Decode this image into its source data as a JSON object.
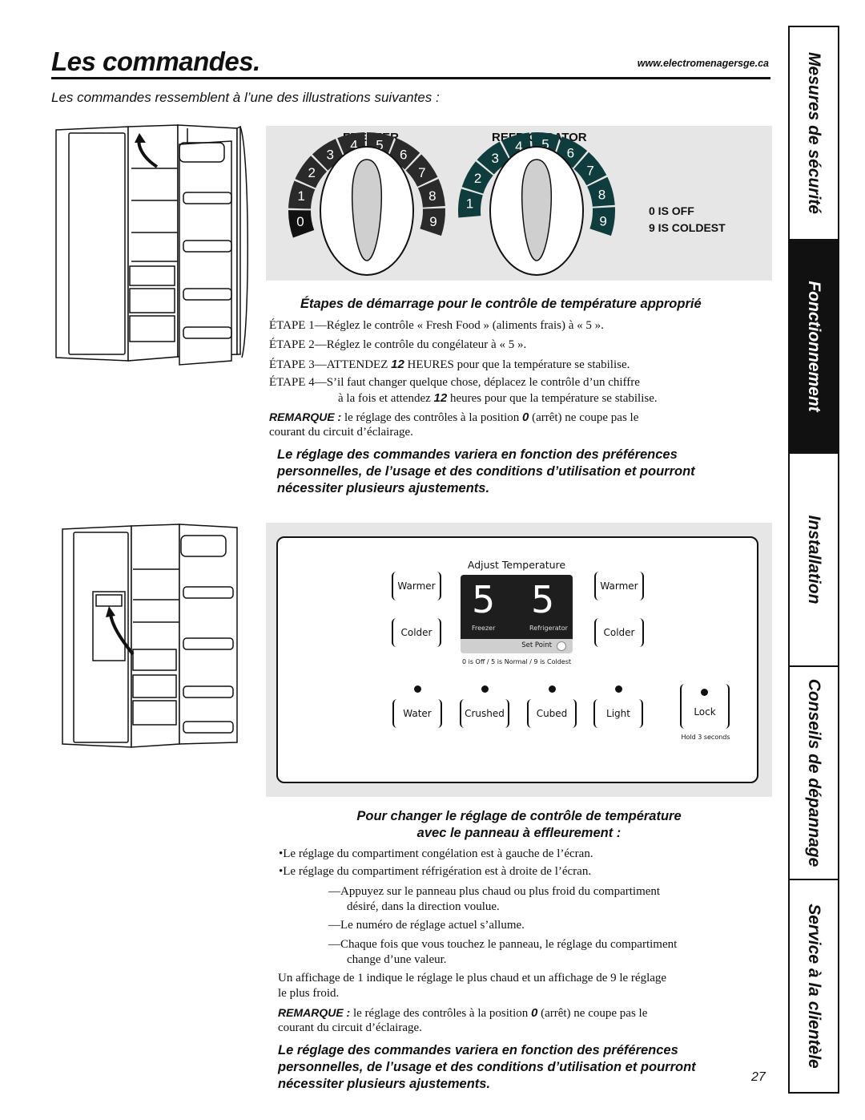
{
  "header": {
    "title": "Les commandes.",
    "url": "www.electromenagersge.ca",
    "subtitle": "Les commandes ressemblent à l’une des illustrations suivantes :"
  },
  "side_tabs": [
    {
      "label": "Mesures de sécurité",
      "active": false
    },
    {
      "label": "Fonctionnement",
      "active": true
    },
    {
      "label": "Installation",
      "active": false
    },
    {
      "label": "Conseils de dépannage",
      "active": false
    },
    {
      "label": "Service à la clientèle",
      "active": false
    }
  ],
  "dials": {
    "freezer_label": "FREEZER",
    "refrigerator_label": "REFRIGERATOR",
    "freezer_numbers": [
      "0",
      "1",
      "2",
      "3",
      "4",
      "5",
      "6",
      "7",
      "8",
      "9"
    ],
    "refrigerator_numbers": [
      "1",
      "2",
      "3",
      "4",
      "5",
      "6",
      "7",
      "8",
      "9"
    ],
    "legend_off": "0 IS OFF",
    "legend_coldest": "9 IS COLDEST",
    "freezer_setting": 5,
    "refrigerator_setting": 5
  },
  "section1": {
    "heading": "Étapes de démarrage pour le contrôle de température approprié",
    "step1": "ÉTAPE 1—Réglez le contrôle « Fresh Food » (aliments frais) à « 5 ».",
    "step2": "ÉTAPE 2—Réglez le contrôle du congélateur à « 5 ».",
    "step3_a": "ÉTAPE 3—ATTENDEZ ",
    "step3_num": "12",
    "step3_b": " HEURES pour que la température se stabilise.",
    "step4_line1": "ÉTAPE 4—S’il faut changer quelque chose, déplacez le contrôle d’un chiffre",
    "step4_a": "à la fois et attendez ",
    "step4_num": "12",
    "step4_b": " heures pour que la température se stabilise.",
    "remark_label": "REMARQUE :",
    "remark_a": " le réglage des contrôles à la position ",
    "remark_num": "0",
    "remark_b": " (arrêt) ne coupe pas le",
    "remark_line2": "courant du circuit d’éclairage.",
    "note_line1": "Le réglage des commandes variera en fonction des préférences",
    "note_line2": "personnelles, de l’usage et des conditions d’utilisation et pourront",
    "note_line3": "nécessiter plusieurs ajustements."
  },
  "touch_panel": {
    "title": "Adjust Temperature",
    "warmer": "Warmer",
    "colder": "Colder",
    "freezer_digit": "5",
    "refrigerator_digit": "5",
    "freezer_label": "Freezer",
    "refrigerator_label": "Refrigerator",
    "set_point": "Set Point",
    "scale": "0 is Off / 5 is Normal / 9 is Coldest",
    "water": "Water",
    "crushed": "Crushed",
    "cubed": "Cubed",
    "light": "Light",
    "lock": "Lock",
    "hold": "Hold  3 seconds"
  },
  "section2": {
    "heading_line1": "Pour changer le réglage de contrôle de température",
    "heading_line2": "avec le panneau à effleurement :",
    "bullet1": "Le réglage du compartiment congélation est à gauche de l’écran.",
    "bullet2": "Le réglage du compartiment réfrigération est à droite de l’écran.",
    "dash1_line1": "Appuyez sur le panneau plus chaud ou plus froid du compartiment",
    "dash1_line2": "désiré, dans la direction voulue.",
    "dash2": "Le numéro de réglage actuel s’allume.",
    "dash3_line1": "Chaque fois que vous touchez le panneau, le réglage du compartiment",
    "dash3_line2": "change d’une valeur.",
    "para_line1": "Un affichage de 1 indique le réglage le plus chaud et un affichage de 9 le réglage",
    "para_line2": "le plus froid.",
    "remark_label": "REMARQUE :",
    "remark_a": " le réglage des contrôles à la position ",
    "remark_num": "0",
    "remark_b": " (arrêt) ne coupe pas le",
    "remark_line2": "courant du circuit d’éclairage.",
    "note_line1": "Le réglage des commandes variera en fonction des préférences",
    "note_line2": "personnelles, de l’usage et des conditions d’utilisation et pourront",
    "note_line3": "nécessiter plusieurs ajustements."
  },
  "page_number": "27"
}
